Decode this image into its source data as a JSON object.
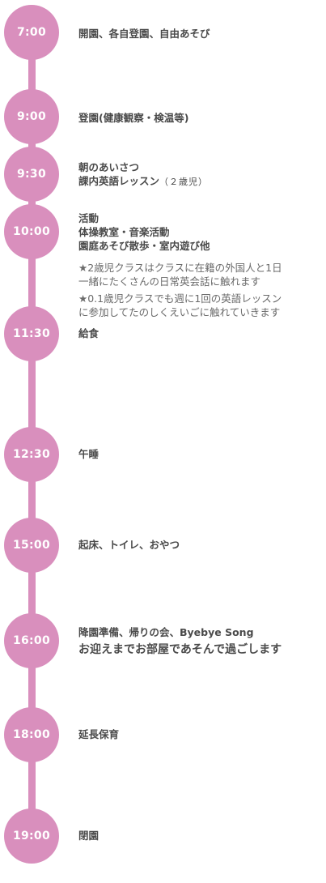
{
  "colors": {
    "accent": "#d98fbd",
    "text": "#4a4a4a"
  },
  "schedule": [
    {
      "time": "7:00",
      "lines": [
        "開園、各自登園、自由あそび"
      ]
    },
    {
      "time": "9:00",
      "lines": [
        "登園(健康観察・検温等)"
      ]
    },
    {
      "time": "9:30",
      "lines": [
        "朝のあいさつ",
        "課内英語レッスン"
      ],
      "small": "（２歳児）"
    },
    {
      "time": "10:00",
      "lines": [
        "活動",
        "体操教室・音楽活動",
        "園庭あそび散歩・室内遊び他"
      ],
      "notes": [
        "★2歳児クラスはクラスに在籍の外国人と1日",
        "一緒にたくさんの日常英会話に触れます",
        "★0.1歳児クラスでも週に1回の英語レッスン",
        "に参加してたのしくえいごに触れていきます"
      ]
    },
    {
      "time": "11:30",
      "lines": [
        "給食"
      ]
    },
    {
      "time": "12:30",
      "lines": [
        "午睡"
      ]
    },
    {
      "time": "15:00",
      "lines": [
        "起床、トイレ、おやつ"
      ]
    },
    {
      "time": "16:00",
      "lines": [
        "降園準備、帰りの会、Byebye Song"
      ],
      "extra": "お迎えまでお部屋であそんで過ごします"
    },
    {
      "time": "18:00",
      "lines": [
        "延長保育"
      ]
    },
    {
      "time": "19:00",
      "lines": [
        "閉園"
      ]
    }
  ]
}
